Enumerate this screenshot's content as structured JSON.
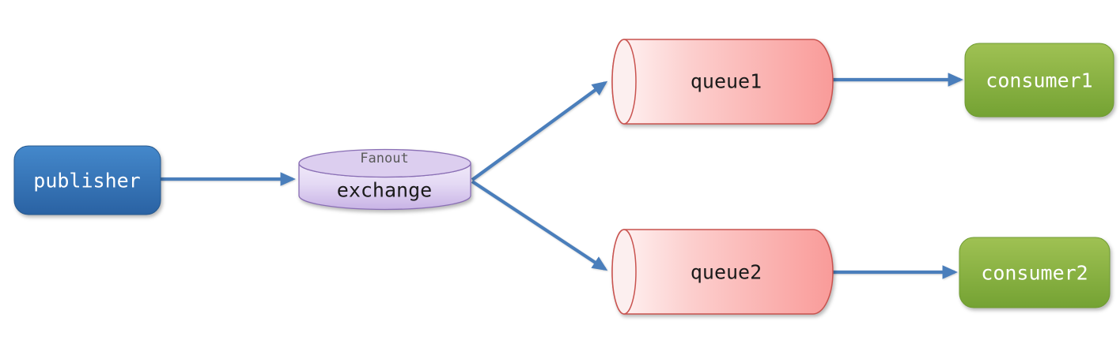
{
  "diagram": {
    "background_color": "#ffffff",
    "arrow_color": "#4A7EBB",
    "nodes": {
      "publisher": {
        "label": "publisher",
        "shape": "rounded-rectangle",
        "fill_top": "#4488CB",
        "fill_bottom": "#2A62A3",
        "text_color": "#FFFFFF"
      },
      "exchange": {
        "label": "exchange",
        "sublabel": "Fanout",
        "shape": "vertical-cylinder",
        "fill_light": "#F0E9F9",
        "fill_dark": "#C8B3E5",
        "border_color": "#8A6FB5",
        "text_color": "#1A1A1A",
        "sublabel_color": "#5A5A5A"
      },
      "queue1": {
        "label": "queue1",
        "shape": "horizontal-cylinder",
        "fill_light": "#FFF6F6",
        "fill_dark": "#F99B99",
        "border_color": "#C9534F",
        "text_color": "#1A1A1A"
      },
      "queue2": {
        "label": "queue2",
        "shape": "horizontal-cylinder",
        "fill_light": "#FFF6F6",
        "fill_dark": "#F99B99",
        "border_color": "#C9534F",
        "text_color": "#1A1A1A"
      },
      "consumer1": {
        "label": "consumer1",
        "shape": "rounded-rectangle",
        "fill_top": "#9FC153",
        "fill_bottom": "#74A233",
        "text_color": "#FFFFFF"
      },
      "consumer2": {
        "label": "consumer2",
        "shape": "rounded-rectangle",
        "fill_top": "#9FC153",
        "fill_bottom": "#74A233",
        "text_color": "#FFFFFF"
      }
    },
    "edges": [
      {
        "from": "publisher",
        "to": "exchange"
      },
      {
        "from": "exchange",
        "to": "queue1"
      },
      {
        "from": "exchange",
        "to": "queue2"
      },
      {
        "from": "queue1",
        "to": "consumer1"
      },
      {
        "from": "queue2",
        "to": "consumer2"
      }
    ]
  }
}
